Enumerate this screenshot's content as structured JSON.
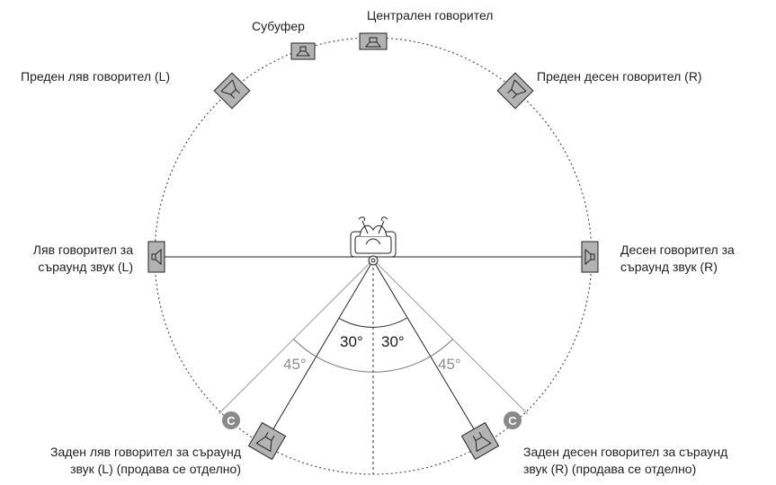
{
  "labels": {
    "subwoofer": "Субуфер",
    "center": "Централен говорител",
    "front_left": "Преден ляв говорител (L)",
    "front_right": "Преден десен говорител (R)",
    "surround_left_line1": "Ляв говорител за",
    "surround_left_line2": "съраунд звук (L)",
    "surround_right_line1": "Десен говорител за",
    "surround_right_line2": "съраунд звук (R)",
    "surround_back_left_line1": "Заден ляв говорител за съраунд",
    "surround_back_left_line2": "звук (L) (продава се отделно)",
    "surround_back_right_line1": "Заден десен говорител за съраунд",
    "surround_back_right_line2": "звук (R) (продава се отделно)"
  },
  "angles": {
    "inner_left": "30°",
    "inner_right": "30°",
    "outer_left": "45°",
    "outer_right": "45°"
  },
  "markers": {
    "left": "C",
    "right": "C"
  },
  "colors": {
    "speaker_fill": "#b3b3b3",
    "marker_fill": "#8a8a8a",
    "outer_angle_text": "#8c8c8c",
    "line": "#222222"
  },
  "icons": {
    "speaker": "speaker-icon",
    "listener": "listener-chair-icon"
  }
}
